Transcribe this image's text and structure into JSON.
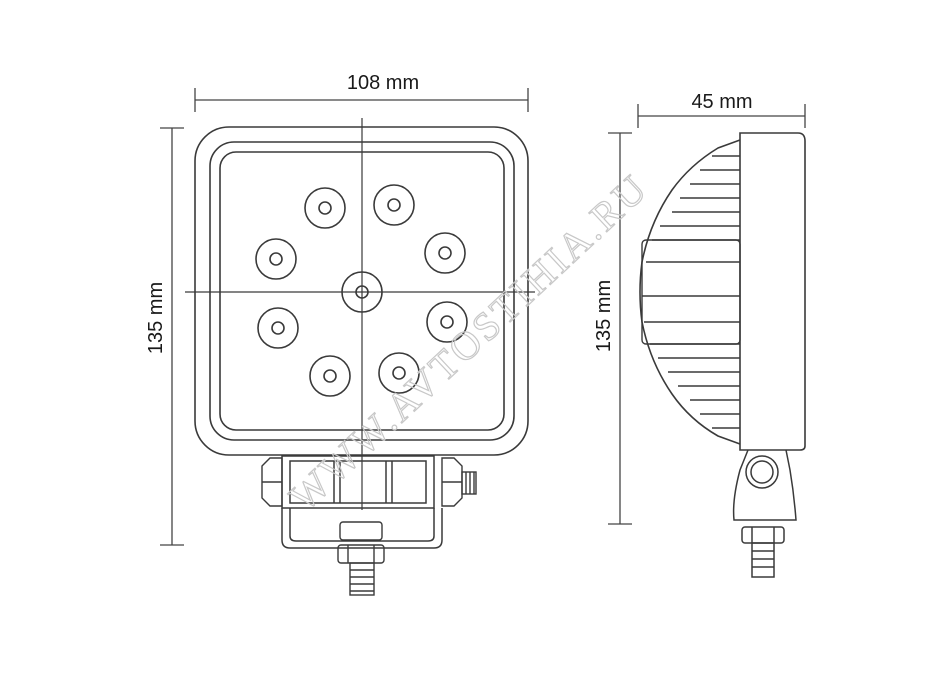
{
  "dimensions": {
    "front_width": "108 mm",
    "front_height": "135 mm",
    "side_depth": "45 mm",
    "side_height": "135 mm"
  },
  "watermark": "WWW.AVTOSTIHIA.RU",
  "colors": {
    "line": "#3a3a3a",
    "dimension_line": "#444444",
    "watermark": "#c8c8c8",
    "background": "#ffffff"
  },
  "front_view": {
    "led_count": 9
  }
}
